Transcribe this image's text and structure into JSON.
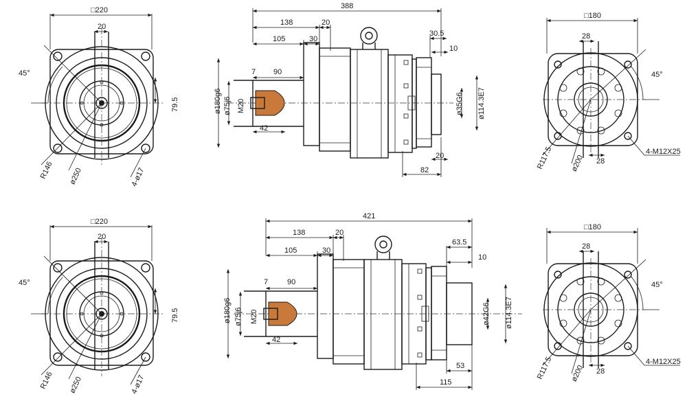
{
  "drawings": [
    {
      "input_flange": {
        "square": "□220",
        "key_width": "20",
        "angle": "45°",
        "center": "79.5",
        "radius": "R146",
        "pcd": "ø250",
        "holes": "4-ø17"
      },
      "side": {
        "overall": "388",
        "d138": "138",
        "d20": "20",
        "d105": "105",
        "d30": "30",
        "d7": "7",
        "d90": "90",
        "d42": "42",
        "thread": "M20",
        "spigot": "ø180g6",
        "bore": "ø75j6",
        "out_30_5": "30.5",
        "out_10": "10",
        "shaft": "ø35G6",
        "pilot": "ø114.3E7",
        "out_20": "20",
        "out_82": "82"
      },
      "output_flange": {
        "square": "□180",
        "key_top": "28",
        "key_bottom": "28",
        "angle": "45°",
        "radius": "R117.5",
        "pcd": "ø200",
        "holes": "4-M12X25"
      }
    },
    {
      "input_flange": {
        "square": "□220",
        "key_width": "20",
        "angle": "45°",
        "center": "79.5",
        "radius": "R146",
        "pcd": "ø250",
        "holes": "4-ø17"
      },
      "side": {
        "overall": "421",
        "d138": "138",
        "d20": "20",
        "d105": "105",
        "d30": "30",
        "d7": "7",
        "d90": "90",
        "d42": "42",
        "thread": "M20",
        "spigot": "ø180g6",
        "bore": "ø75j6",
        "out_63_5": "63.5",
        "out_10": "10",
        "shaft": "ø42G6",
        "pilot": "ø114.3E7",
        "out_53": "53",
        "out_115": "115"
      },
      "output_flange": {
        "square": "□180",
        "key_top": "28",
        "key_bottom": "28",
        "angle": "45°",
        "radius": "R117.5",
        "pcd": "ø200",
        "holes": "4-M12X25"
      }
    }
  ]
}
